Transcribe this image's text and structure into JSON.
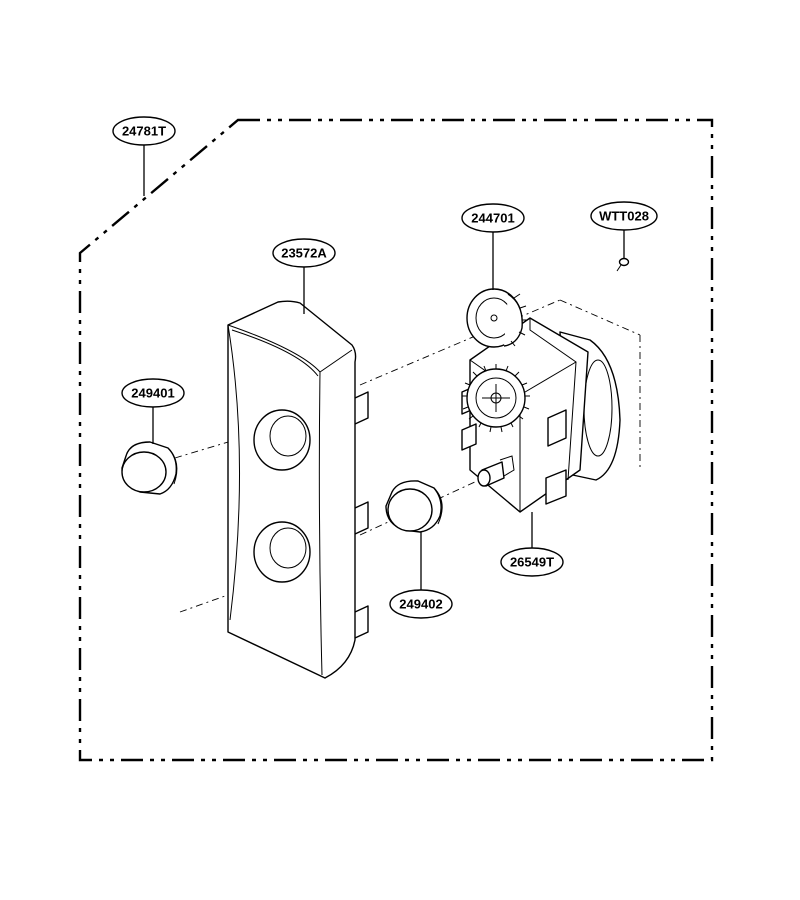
{
  "diagram": {
    "parts": [
      {
        "id": "boundary",
        "label": "24781T"
      },
      {
        "id": "control-panel",
        "label": "23572A"
      },
      {
        "id": "knob-upper",
        "label": "249401"
      },
      {
        "id": "knob-lower",
        "label": "249402"
      },
      {
        "id": "gear",
        "label": "244701"
      },
      {
        "id": "screw",
        "label": "WTT028"
      },
      {
        "id": "timer-motor",
        "label": "26549T"
      }
    ]
  }
}
